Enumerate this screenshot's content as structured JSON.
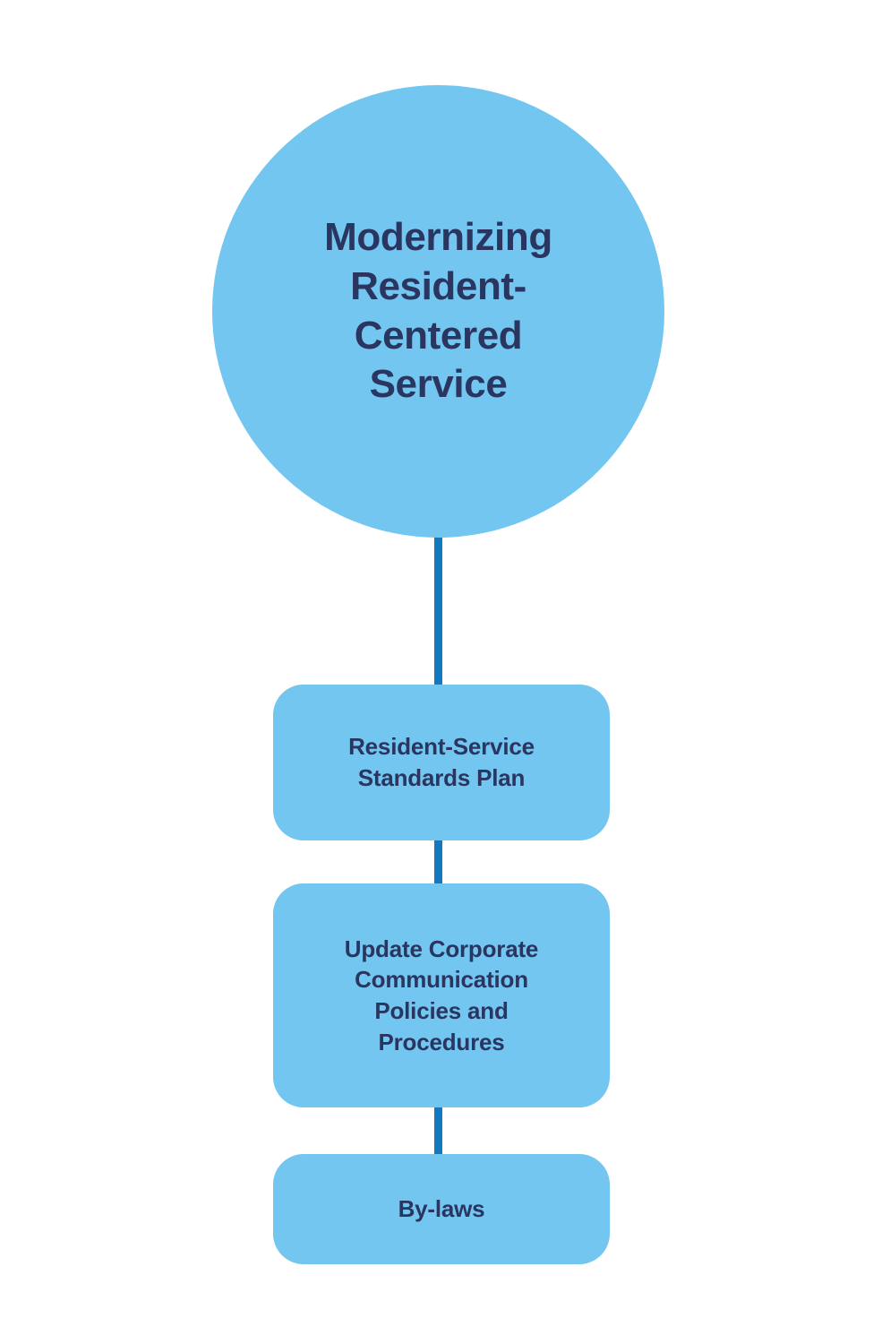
{
  "diagram": {
    "type": "vertical-flow-tree",
    "orientation": "top-to-bottom",
    "colors": {
      "node_fill": "#72c6f0",
      "node_text": "#2a3560",
      "connector": "#1379be",
      "background": "#ffffff"
    },
    "root": {
      "shape": "circle",
      "label": "Modernizing\nResident-\nCentered\nService",
      "label_plain": "Modernizing Resident-Centered Service"
    },
    "nodes": [
      {
        "id": "standards-plan",
        "shape": "rounded-rectangle",
        "label": "Resident-Service\nStandards Plan",
        "label_plain": "Resident-Service Standards Plan"
      },
      {
        "id": "comm-policies",
        "shape": "rounded-rectangle",
        "label": "Update Corporate\nCommunication\nPolicies and\nProcedures",
        "label_plain": "Update Corporate Communication Policies and Procedures"
      },
      {
        "id": "bylaws",
        "shape": "rounded-rectangle",
        "label": "By-laws",
        "label_plain": "By-laws"
      }
    ],
    "connectors": [
      {
        "id": "root-to-1",
        "from": "root",
        "to": "standards-plan"
      },
      {
        "id": "1-to-2",
        "from": "standards-plan",
        "to": "comm-policies"
      },
      {
        "id": "2-to-3",
        "from": "comm-policies",
        "to": "bylaws"
      }
    ]
  }
}
